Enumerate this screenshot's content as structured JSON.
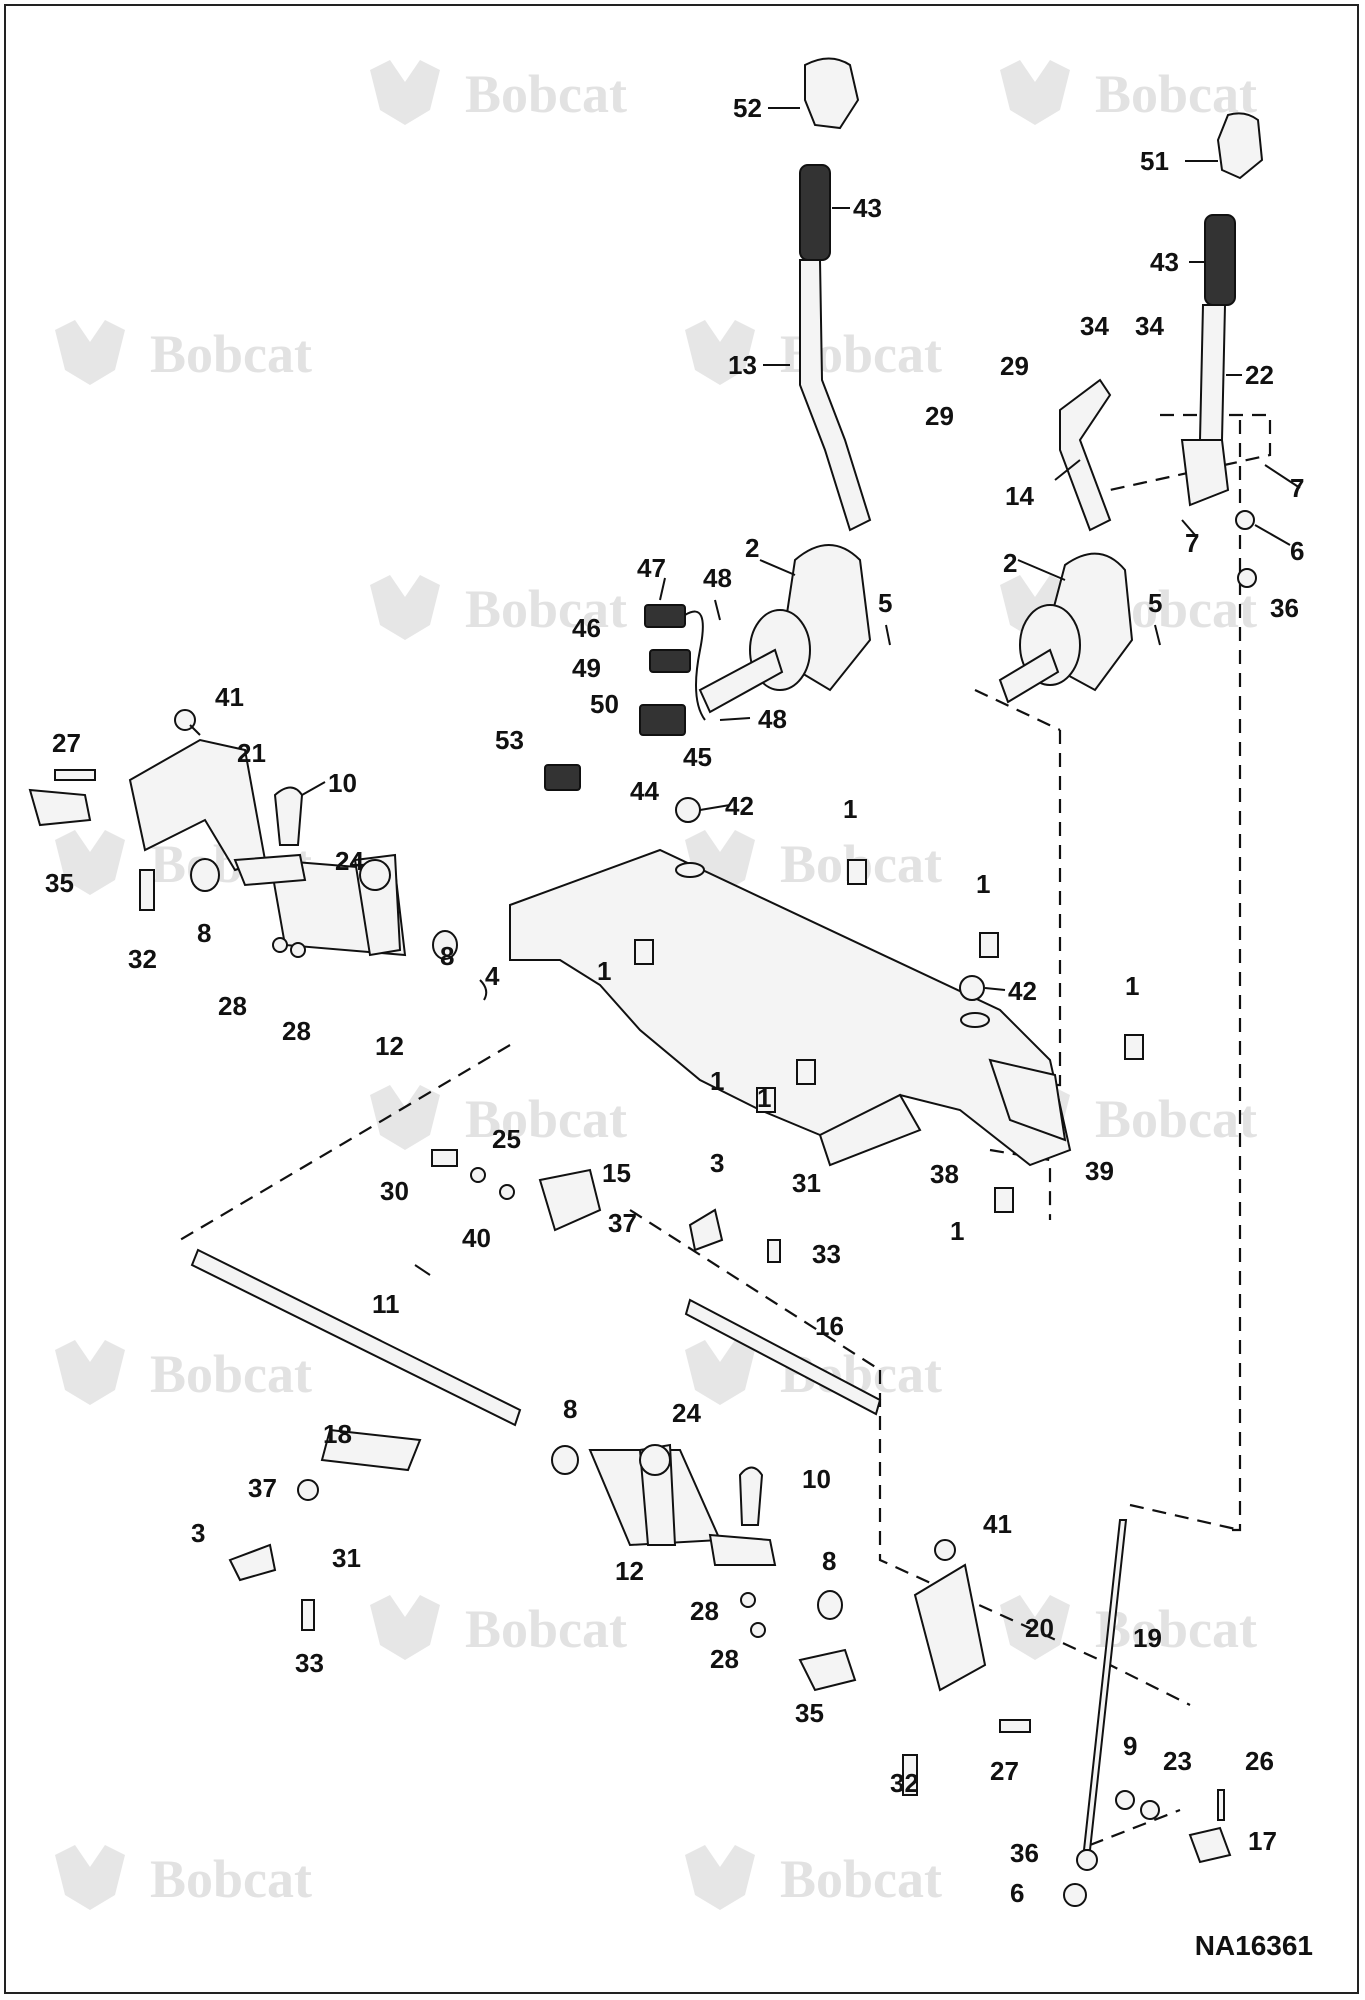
{
  "brand": {
    "watermark_text": "Bobcat",
    "watermark_icon": "bobcat-head-icon",
    "watermark_color": "#e2e2e2"
  },
  "drawing_code": "NA16361",
  "callouts": [
    {
      "id": "c52",
      "text": "52"
    },
    {
      "id": "c43a",
      "text": "43"
    },
    {
      "id": "c13",
      "text": "13"
    },
    {
      "id": "c51",
      "text": "51"
    },
    {
      "id": "c43b",
      "text": "43"
    },
    {
      "id": "c34a",
      "text": "34"
    },
    {
      "id": "c34b",
      "text": "34"
    },
    {
      "id": "c29a",
      "text": "29"
    },
    {
      "id": "c29b",
      "text": "29"
    },
    {
      "id": "c22",
      "text": "22"
    },
    {
      "id": "c14",
      "text": "14"
    },
    {
      "id": "c7a",
      "text": "7"
    },
    {
      "id": "c7b",
      "text": "7"
    },
    {
      "id": "c6a",
      "text": "6"
    },
    {
      "id": "c2a",
      "text": "2"
    },
    {
      "id": "c2b",
      "text": "2"
    },
    {
      "id": "c36a",
      "text": "36"
    },
    {
      "id": "c5a",
      "text": "5"
    },
    {
      "id": "c5b",
      "text": "5"
    },
    {
      "id": "c47",
      "text": "47"
    },
    {
      "id": "c48a",
      "text": "48"
    },
    {
      "id": "c46",
      "text": "46"
    },
    {
      "id": "c49",
      "text": "49"
    },
    {
      "id": "c50",
      "text": "50"
    },
    {
      "id": "c48b",
      "text": "48"
    },
    {
      "id": "c53",
      "text": "53"
    },
    {
      "id": "c45",
      "text": "45"
    },
    {
      "id": "c44",
      "text": "44"
    },
    {
      "id": "c42a",
      "text": "42"
    },
    {
      "id": "c42b",
      "text": "42"
    },
    {
      "id": "c1a",
      "text": "1"
    },
    {
      "id": "c1b",
      "text": "1"
    },
    {
      "id": "c1c",
      "text": "1"
    },
    {
      "id": "c1d",
      "text": "1"
    },
    {
      "id": "c1e",
      "text": "1"
    },
    {
      "id": "c1f",
      "text": "1"
    },
    {
      "id": "c1g",
      "text": "1"
    },
    {
      "id": "c41a",
      "text": "41"
    },
    {
      "id": "c27a",
      "text": "27"
    },
    {
      "id": "c21",
      "text": "21"
    },
    {
      "id": "c10a",
      "text": "10"
    },
    {
      "id": "c35a",
      "text": "35"
    },
    {
      "id": "c24a",
      "text": "24"
    },
    {
      "id": "c32a",
      "text": "32"
    },
    {
      "id": "c8a",
      "text": "8"
    },
    {
      "id": "c8b",
      "text": "8"
    },
    {
      "id": "c4",
      "text": "4"
    },
    {
      "id": "c28a",
      "text": "28"
    },
    {
      "id": "c28b",
      "text": "28"
    },
    {
      "id": "c12a",
      "text": "12"
    },
    {
      "id": "c38",
      "text": "38"
    },
    {
      "id": "c39",
      "text": "39"
    },
    {
      "id": "c25",
      "text": "25"
    },
    {
      "id": "c30",
      "text": "30"
    },
    {
      "id": "c15",
      "text": "15"
    },
    {
      "id": "c40",
      "text": "40"
    },
    {
      "id": "c3a",
      "text": "3"
    },
    {
      "id": "c31a",
      "text": "31"
    },
    {
      "id": "c37a",
      "text": "37"
    },
    {
      "id": "c33a",
      "text": "33"
    },
    {
      "id": "c11",
      "text": "11"
    },
    {
      "id": "c16",
      "text": "16"
    },
    {
      "id": "c18",
      "text": "18"
    },
    {
      "id": "c8c",
      "text": "8"
    },
    {
      "id": "c24b",
      "text": "24"
    },
    {
      "id": "c10b",
      "text": "10"
    },
    {
      "id": "c37b",
      "text": "37"
    },
    {
      "id": "c3b",
      "text": "3"
    },
    {
      "id": "c31b",
      "text": "31"
    },
    {
      "id": "c12b",
      "text": "12"
    },
    {
      "id": "c33b",
      "text": "33"
    },
    {
      "id": "c41b",
      "text": "41"
    },
    {
      "id": "c8d",
      "text": "8"
    },
    {
      "id": "c28c",
      "text": "28"
    },
    {
      "id": "c28d",
      "text": "28"
    },
    {
      "id": "c20",
      "text": "20"
    },
    {
      "id": "c19",
      "text": "19"
    },
    {
      "id": "c35b",
      "text": "35"
    },
    {
      "id": "c9",
      "text": "9"
    },
    {
      "id": "c23",
      "text": "23"
    },
    {
      "id": "c26",
      "text": "26"
    },
    {
      "id": "c32b",
      "text": "32"
    },
    {
      "id": "c27b",
      "text": "27"
    },
    {
      "id": "c36b",
      "text": "36"
    },
    {
      "id": "c17",
      "text": "17"
    },
    {
      "id": "c6b",
      "text": "6"
    }
  ]
}
